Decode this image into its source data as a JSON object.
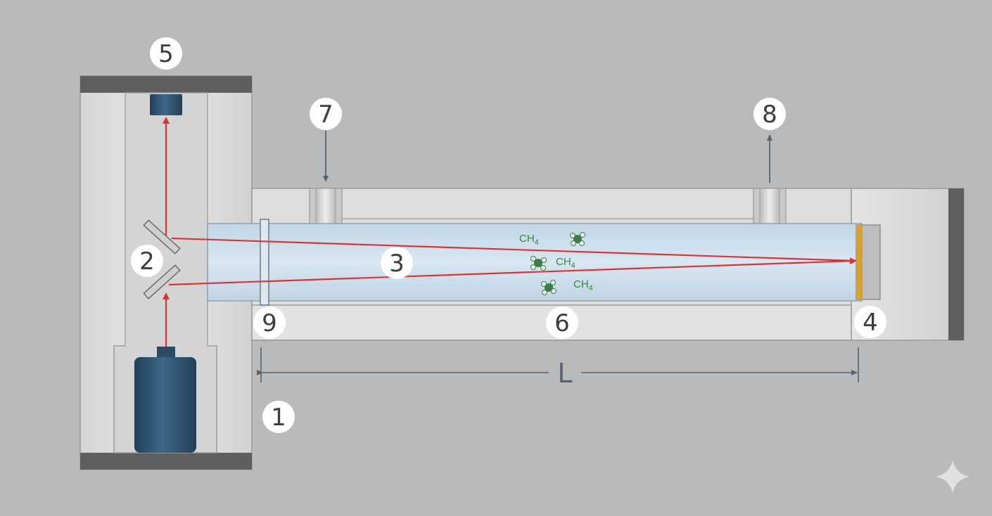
{
  "diagram": {
    "callouts": [
      {
        "id": "1",
        "label": "1"
      },
      {
        "id": "2",
        "label": "2"
      },
      {
        "id": "3",
        "label": "3"
      },
      {
        "id": "4",
        "label": "4"
      },
      {
        "id": "5",
        "label": "5"
      },
      {
        "id": "6",
        "label": "6"
      },
      {
        "id": "7",
        "label": "7"
      },
      {
        "id": "8",
        "label": "8"
      },
      {
        "id": "9",
        "label": "9"
      }
    ],
    "gas_labels": [
      {
        "main": "CH",
        "sub": "4"
      },
      {
        "main": "CH",
        "sub": "4"
      },
      {
        "main": "CH",
        "sub": "4"
      }
    ],
    "dimension_label": "L",
    "colors": {
      "background": "#b9babc",
      "housing": "#dcdcdc",
      "housing_dark": "#5e5e5e",
      "gas_cell": "#cfe0ec",
      "laser_beam": "#d9343a",
      "component_blue": "#2f5573",
      "mirror_gold": "#d9a02a",
      "gas_text": "#2f8a3c",
      "callout_bg": "#ffffff"
    }
  }
}
